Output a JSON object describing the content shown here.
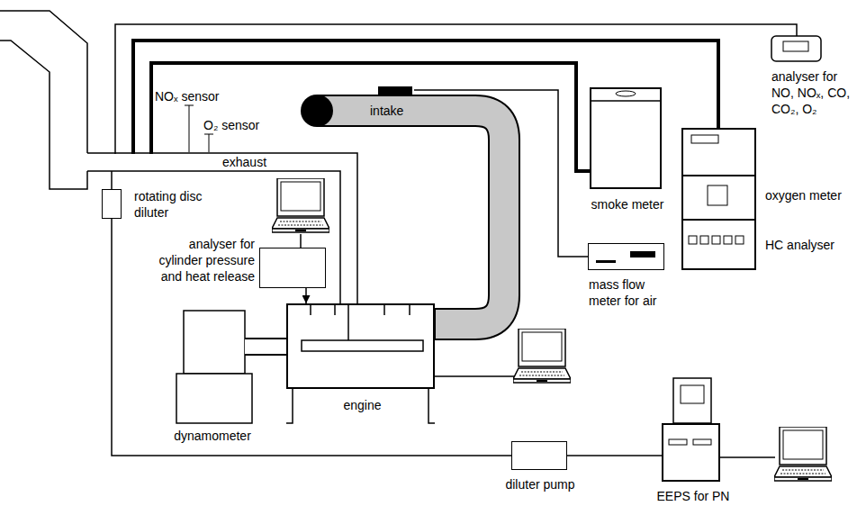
{
  "diagram": {
    "nodes": [
      {
        "text": [
          "exhaust"
        ]
      },
      {
        "text": [
          "intake"
        ]
      },
      {
        "text": [
          "smoke meter"
        ]
      },
      {
        "text": [
          "analyser for NO, NOₓ, CO, CO₂, O₂"
        ]
      },
      {
        "text": [
          "oxygen meter"
        ]
      },
      {
        "text": [
          "HC analyser"
        ]
      },
      {
        "text": [
          "rotating disc diluter"
        ]
      },
      {
        "text": [
          "analyser for cylinder pressure and heat release"
        ]
      },
      {
        "text": [
          "mass flow meter for air"
        ]
      },
      {
        "text": [
          "engine"
        ]
      },
      {
        "text": [
          "dynamometer"
        ]
      },
      {
        "text": [
          "diluter pump"
        ]
      },
      {
        "text": [
          "EEPS for PN"
        ]
      }
    ],
    "edges": [
      {
        "from": 0,
        "to": 3,
        "arrow": "none"
      },
      {
        "from": 0,
        "to": 4,
        "arrow": "none"
      },
      {
        "from": 0,
        "to": 2,
        "arrow": "none"
      },
      {
        "from": 0,
        "to": 6,
        "arrow": "none"
      },
      {
        "from": 6,
        "to": 11,
        "arrow": "none"
      },
      {
        "from": 11,
        "to": 12,
        "arrow": "none"
      },
      {
        "from": 1,
        "to": 8,
        "arrow": "none"
      },
      {
        "from": 7,
        "to": 9,
        "arrow": "to"
      },
      {
        "from": 9,
        "to": 10,
        "arrow": "none"
      }
    ],
    "labels": [
      "NOₓ sensor",
      "O₂ sensor"
    ]
  }
}
